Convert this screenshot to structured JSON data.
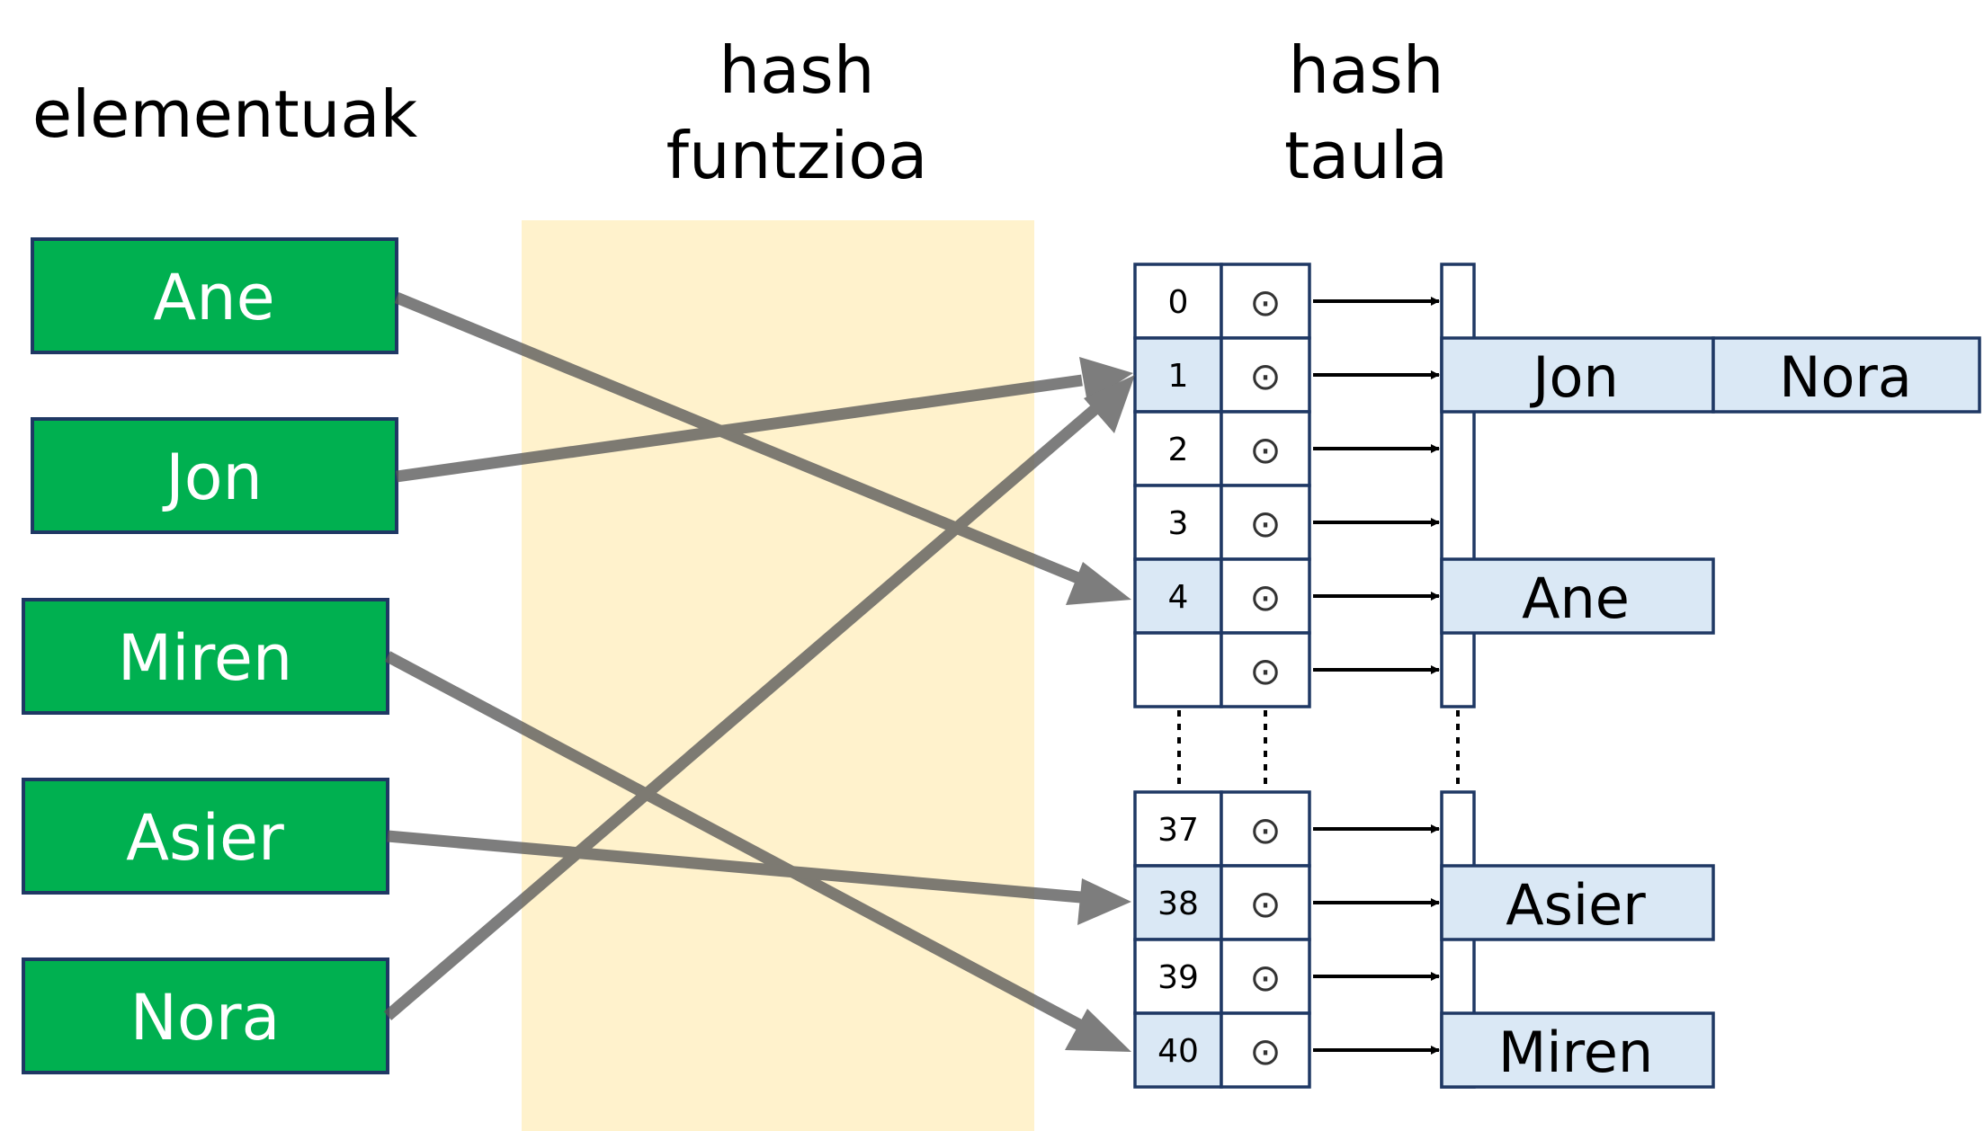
{
  "headers": {
    "elements": "elementuak",
    "hash_function": [
      "hash",
      "funtzioa"
    ],
    "hash_table": [
      "hash",
      "taula"
    ]
  },
  "colors": {
    "element_fill": "#00b050",
    "element_border": "#1f3864",
    "function_band": "#fff2cc",
    "cell_highlight": "#dae8f5",
    "cell_border": "#1f3864",
    "arrow_gray": "#595959"
  },
  "elements": [
    "Ane",
    "Jon",
    "Miren",
    "Asier",
    "Nora"
  ],
  "table_top": {
    "indices": [
      "0",
      "1",
      "2",
      "3",
      "4",
      ""
    ],
    "highlighted": [
      false,
      true,
      false,
      false,
      true,
      false
    ]
  },
  "table_bottom": {
    "indices": [
      "37",
      "38",
      "39",
      "40"
    ],
    "highlighted": [
      false,
      true,
      false,
      true
    ]
  },
  "pointer_symbol": "⊙",
  "chains": [
    {
      "index": "1",
      "nodes": [
        "Jon",
        "Nora"
      ]
    },
    {
      "index": "4",
      "nodes": [
        "Ane"
      ]
    },
    {
      "index": "38",
      "nodes": [
        "Asier"
      ]
    },
    {
      "index": "40",
      "nodes": [
        "Miren"
      ]
    }
  ],
  "mappings": [
    {
      "element": "Ane",
      "index": "4"
    },
    {
      "element": "Jon",
      "index": "1"
    },
    {
      "element": "Miren",
      "index": "40"
    },
    {
      "element": "Asier",
      "index": "38"
    },
    {
      "element": "Nora",
      "index": "1"
    }
  ]
}
